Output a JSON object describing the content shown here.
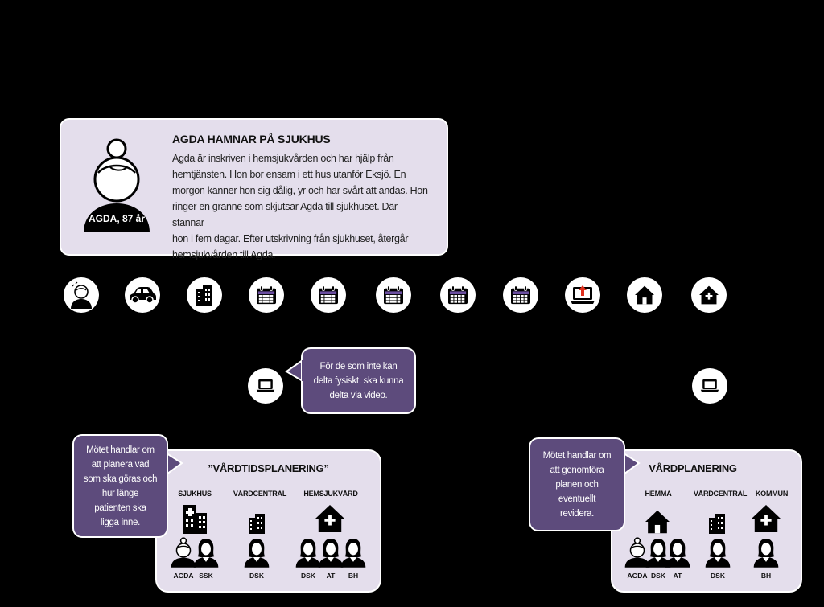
{
  "intro": {
    "title": "AGDA HAMNAR PÅ SJUKHUS",
    "lines": [
      "Agda är inskriven i hemsjukvården och har hjälp från",
      "hemtjänsten. Hon bor ensam i ett hus utanför Eksjö. En",
      "morgon känner hon sig dålig, yr och har svårt att andas. Hon",
      "ringer en granne som skjutsar Agda till sjukhuset. Där stannar",
      "hon i fem dagar. Efter utskrivning från sjukhuset, återgår",
      "hemsjukvården till Agda."
    ],
    "avatar_label": "AGDA, 87 år"
  },
  "timeline": {
    "steps": [
      {
        "icon": "sick-person-icon"
      },
      {
        "icon": "car-icon"
      },
      {
        "icon": "hospital-building-icon"
      },
      {
        "icon": "calendar-icon"
      },
      {
        "icon": "calendar-icon"
      },
      {
        "icon": "calendar-icon"
      },
      {
        "icon": "calendar-icon"
      },
      {
        "icon": "calendar-icon"
      },
      {
        "icon": "laptop-upload-icon"
      },
      {
        "icon": "home-icon"
      },
      {
        "icon": "home-care-icon"
      }
    ]
  },
  "video_note": {
    "lines": [
      "För de som inte kan",
      "delta fysiskt, ska kunna",
      "delta via video."
    ]
  },
  "left_note": {
    "lines": [
      "Mötet handlar om",
      "att planera vad",
      "som ska göras och",
      "hur länge",
      "patienten ska",
      "ligga inne."
    ]
  },
  "right_note": {
    "lines": [
      "Mötet handlar om",
      "att genomföra",
      "planen och",
      "eventuellt",
      "revidera."
    ]
  },
  "meeting_left": {
    "title": "”VÅRDTIDSPLANERING”",
    "columns": [
      {
        "heading": "SJUKHUS",
        "people": [
          "AGDA",
          "SSK"
        ]
      },
      {
        "heading": "VÅRDCENTRAL",
        "people": [
          "DSK"
        ]
      },
      {
        "heading": "HEMSJUKVÅRD",
        "people": [
          "DSK",
          "AT",
          "BH"
        ]
      }
    ]
  },
  "meeting_right": {
    "title": "VÅRDPLANERING",
    "columns": [
      {
        "heading": "HEMMA",
        "people": [
          "AGDA",
          "DSK",
          "AT"
        ]
      },
      {
        "heading": "VÅRDCENTRAL",
        "people": [
          "DSK"
        ]
      },
      {
        "heading": "KOMMUN",
        "people": [
          "BH"
        ]
      }
    ]
  },
  "colors": {
    "accent": "#5d4b7c",
    "card_bg": "#e4deec",
    "calendar_band": "#6b4fa0"
  }
}
